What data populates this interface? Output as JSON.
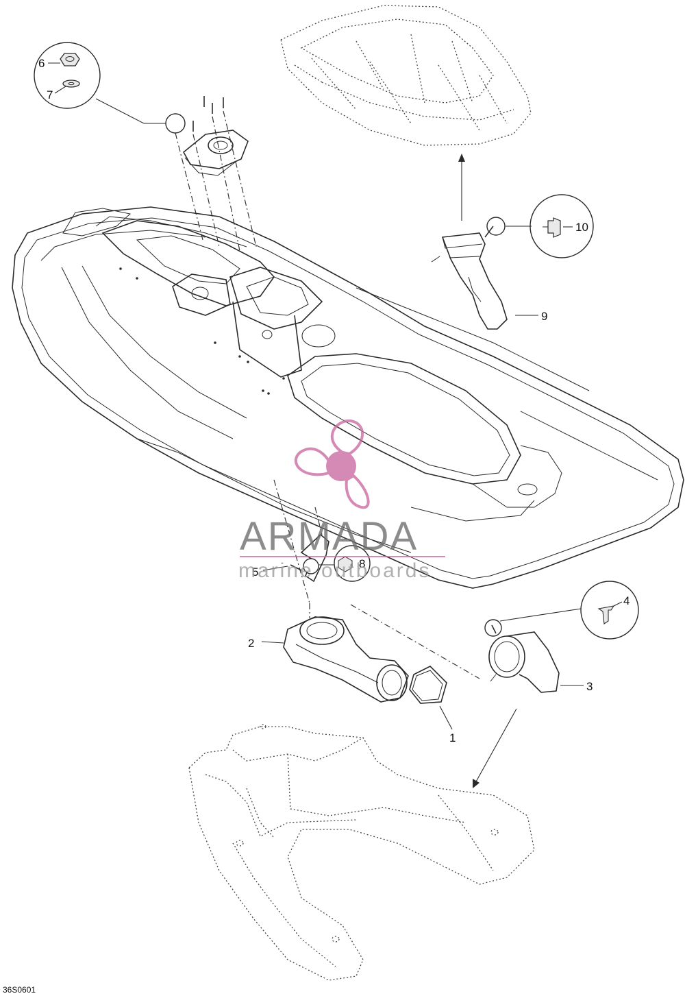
{
  "figure_code": "36S0601",
  "callouts": {
    "c1": "1",
    "c2": "2",
    "c3": "3",
    "c4": "4",
    "c5": "5",
    "c6": "6",
    "c7": "7",
    "c8": "8",
    "c9": "9",
    "c10": "10"
  },
  "watermark": {
    "brand": "ARMADA",
    "tagline": "marine outboards",
    "color": "#b8578f"
  },
  "colors": {
    "line": "#2a2a2a",
    "background": "#ffffff"
  }
}
